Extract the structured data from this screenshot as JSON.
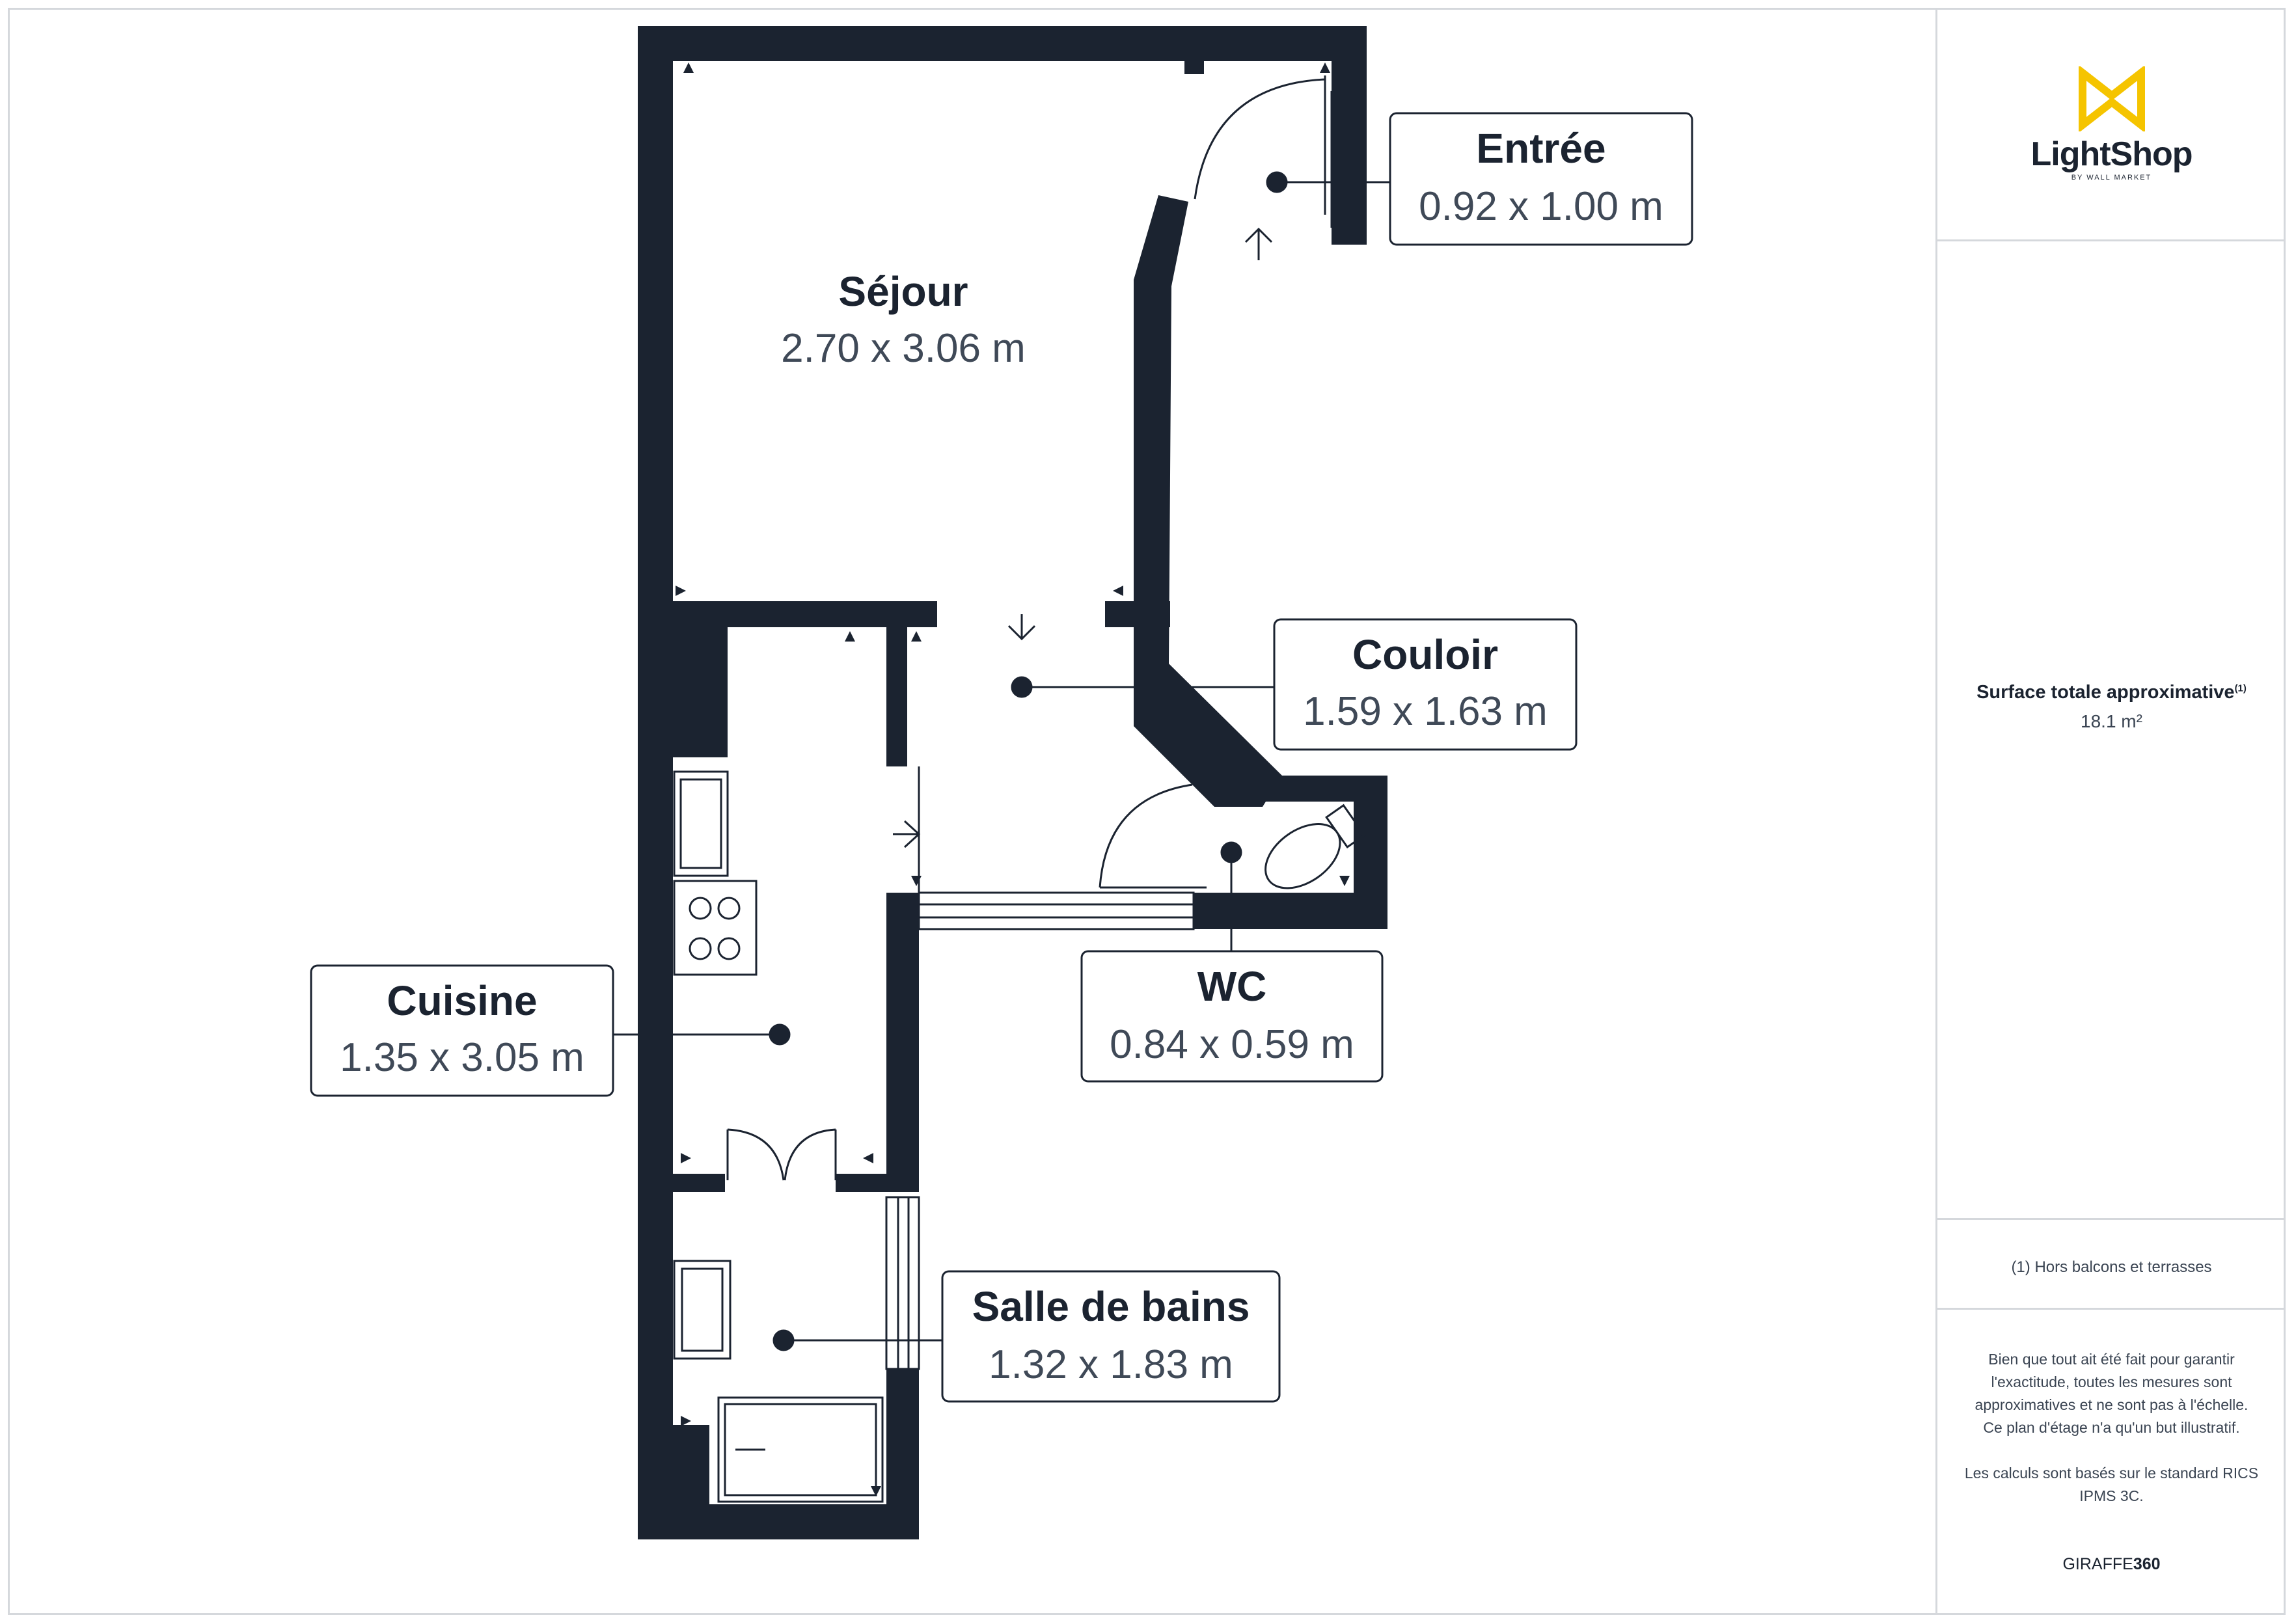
{
  "rooms": [
    {
      "name": "Séjour",
      "dims": "2.70 x 3.06 m"
    },
    {
      "name": "Entrée",
      "dims": "0.92 x 1.00 m"
    },
    {
      "name": "Couloir",
      "dims": "1.59 x 1.63 m"
    },
    {
      "name": "Cuisine",
      "dims": "1.35 x 3.05 m"
    },
    {
      "name": "WC",
      "dims": "0.84 x 0.59 m"
    },
    {
      "name": "Salle de bains",
      "dims": "1.32 x 1.83 m"
    }
  ],
  "sidebar": {
    "logo": {
      "word": "LightShop",
      "sub": "BY WALL MARKET"
    },
    "total": {
      "label": "Surface totale approximative",
      "note_mark": "(1)",
      "value": "18.1 m²"
    },
    "footnote": "(1) Hors balcons et terrasses",
    "disclaimer": [
      "Bien que tout ait été fait pour garantir l'exactitude, toutes les mesures sont approximatives et ne sont pas à l'échelle. Ce plan d'étage n'a qu'un but illustratif.",
      "Les calculs sont basés sur le standard RICS IPMS 3C."
    ],
    "brand": {
      "prefix": "GIRAFFE",
      "suffix": "360"
    }
  },
  "colors": {
    "wall": "#1b2330",
    "text": "#1b2330",
    "muted": "#3f4957",
    "border": "#d5d8dc",
    "accent": "#f5c400"
  }
}
